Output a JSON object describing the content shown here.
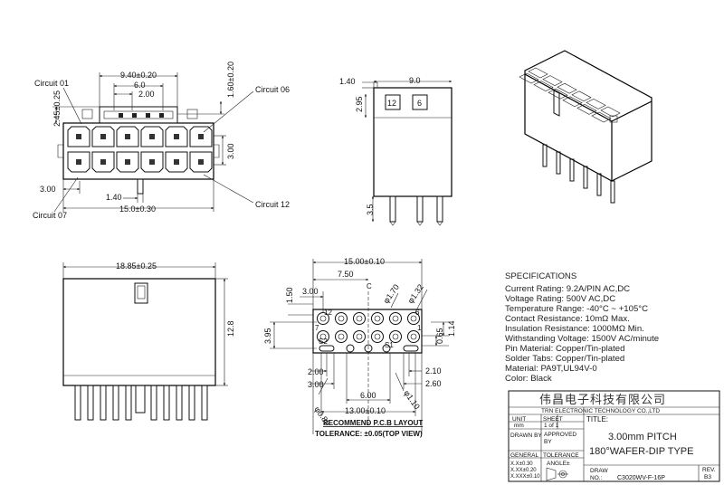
{
  "front_view": {
    "dim_top_1": "9.40±0.20",
    "dim_top_2": "6.0",
    "dim_top_3": "2.00",
    "dim_left_vertical": "2.45±0.25",
    "dim_right_vertical": "1.60±0.20",
    "dim_pitch_vertical": "3.00",
    "dim_bottom_1": "3.00",
    "dim_bottom_2": "1.40",
    "dim_bottom_3": "15.0±0.30",
    "label_circuit_01": "Circuit 01",
    "label_circuit_06": "Circuit 06",
    "label_circuit_07": "Circuit 07",
    "label_circuit_12": "Circuit 12"
  },
  "side_view": {
    "dim_width": "9.0",
    "dim_top": "1.40",
    "dim_height": "2.95",
    "dim_pin": "3.5",
    "box_12": "12",
    "box_6": "6"
  },
  "bottom_view": {
    "dim_width": "18.85±0.25",
    "dim_height": "12.8"
  },
  "pcb_layout": {
    "dim_overall": "15.00±0.10",
    "dim_750": "7.50",
    "dim_300_top": "3.00",
    "dim_150": "1.50",
    "dim_phi_170": "φ1.70",
    "dim_phi_132": "φ1.32",
    "dim_395": "3.95",
    "dim_065": "0.65",
    "dim_114": "1.14",
    "dim_200_left": "2.00",
    "dim_300_left": "3.00",
    "dim_210": "2.10",
    "dim_260": "2.60",
    "dim_600": "6.00",
    "dim_1300": "13.00±0.10",
    "dim_phi_080": "φ0.80",
    "dim_phi_110": "φ1.10",
    "center_c": "C",
    "label_s2": "S2",
    "label_s1": "S1",
    "pin_12": "12",
    "pin_7": "7",
    "pin_6": "6",
    "pin_1": "1",
    "caption_1": "RECOMMEND P.C.B LAYOUT",
    "caption_2": "TOLERANCE: ±0.05(TOP VIEW)"
  },
  "specifications": {
    "heading": "SPECIFICATIONS",
    "lines": [
      "Current Rating: 9.2A/PIN AC,DC",
      "Voltage Rating: 500V AC,DC",
      "Temperature Range: -40°C ~ +105°C",
      "Contact Resistance: 10mΩ Max.",
      "Insulation Resistance: 1000MΩ Min.",
      "Withstanding Voltage: 1500V AC/minute",
      "Pin Material: Copper/Tin-plated",
      "Solder Tabs: Copper/Tin-plated",
      "Material: PA9T,UL94V-0",
      "Color: Black"
    ]
  },
  "title_block": {
    "company_cn": "伟昌电子科技有限公司",
    "company_en": "TRN ELECTRONIC TECHNOLOGY CO.,LTD",
    "unit_label": "UNIT",
    "sheet_label": "SHEET",
    "title_label": "TITLE:",
    "unit_value": "mm",
    "sheet_value": "1 of 1",
    "drawn_by": "DRAWN BY",
    "approved_by_1": "APPROVED",
    "approved_by_2": "BY",
    "title_line_1": "3.00mm PITCH",
    "title_line_2": "180°WAFER-DIP TYPE",
    "general": "GENERAL",
    "tolerance": "TOLERANCE",
    "tol_1": "X.X±0.30",
    "tol_2": "X.XX±0.20",
    "tol_3": "X.XXX±0.10",
    "angle": "ANGLE±",
    "draw_no_label_1": "DRAW",
    "draw_no_label_2": "NO.:",
    "draw_no": "C3020WV-F-16P",
    "rev_label": "REV.",
    "rev_value": "B3"
  }
}
